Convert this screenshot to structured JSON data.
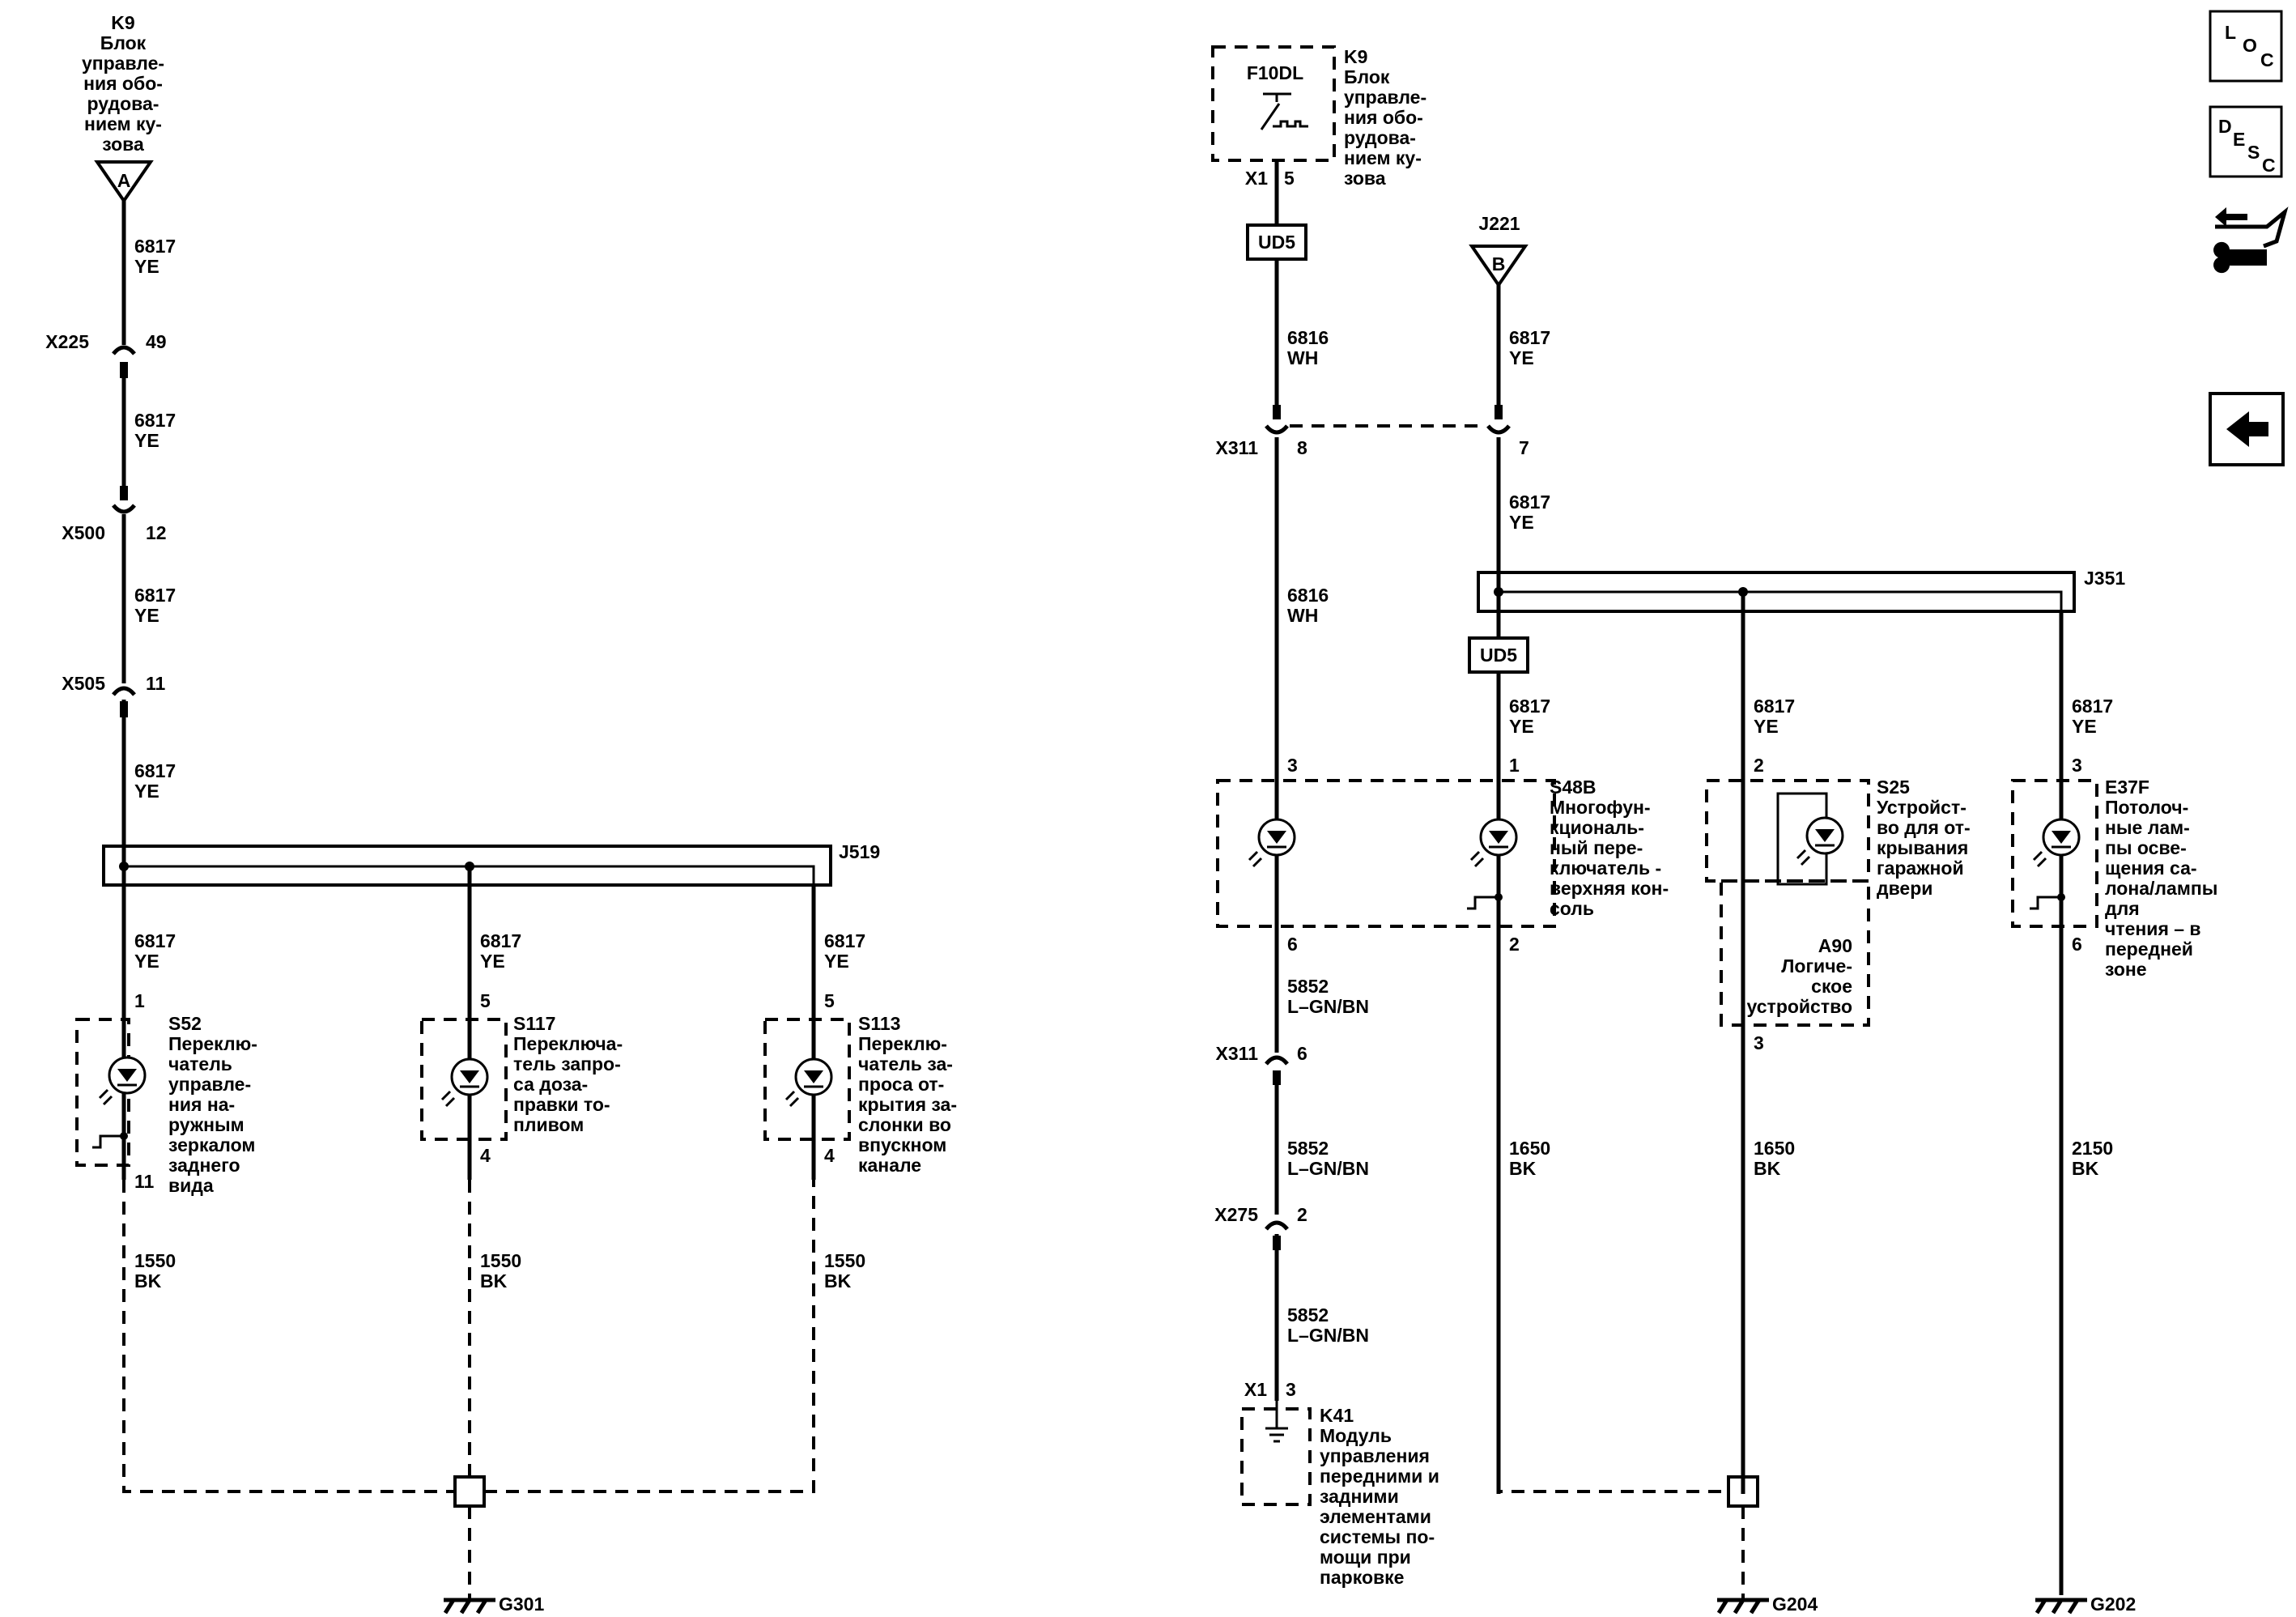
{
  "left": {
    "k9_title": [
      "K9",
      "Блок",
      "управле-",
      "ния обо-",
      "рудова-",
      "нием ку-",
      "зова"
    ],
    "pin_a": "A",
    "wires": {
      "w1": [
        "6817",
        "YE"
      ],
      "w2": [
        "6817",
        "YE"
      ],
      "w3": [
        "6817",
        "YE"
      ],
      "w4": [
        "6817",
        "YE"
      ],
      "s52_wire": [
        "6817",
        "YE"
      ],
      "s117_wire": [
        "6817",
        "YE"
      ],
      "s113_wire": [
        "6817",
        "YE"
      ],
      "s52_gnd": [
        "1550",
        "BK"
      ],
      "s117_gnd": [
        "1550",
        "BK"
      ],
      "s113_gnd": [
        "1550",
        "BK"
      ]
    },
    "connectors": [
      {
        "name": "X225",
        "pin": "49"
      },
      {
        "name": "X500",
        "pin": "12"
      },
      {
        "name": "X505",
        "pin": "11"
      }
    ],
    "splice": "J519",
    "s52": {
      "pin_top": "1",
      "pin_bot": "11",
      "label": [
        "S52",
        "Переклю-",
        "чатель",
        "управле-",
        "ния на-",
        "ружным",
        "зеркалом",
        "заднего",
        "вида"
      ]
    },
    "s117": {
      "pin_top": "5",
      "pin_bot": "4",
      "label": [
        "S117",
        "Переключа-",
        "тель запро-",
        "са доза-",
        "правки то-",
        "пливом"
      ]
    },
    "s113": {
      "pin_top": "5",
      "pin_bot": "4",
      "label": [
        "S113",
        "Переклю-",
        "чатель за-",
        "проса от-",
        "крытия за-",
        "слонки во",
        "впускном",
        "канале"
      ]
    },
    "ground": "G301"
  },
  "right": {
    "k9_title": [
      "K9",
      "Блок",
      "управле-",
      "ния обо-",
      "рудова-",
      "нием ку-",
      "зова"
    ],
    "f10dl": "F10DL",
    "k9_conn": {
      "name": "X1",
      "pin": "5"
    },
    "ud5_a": "UD5",
    "ud5_b": "UD5",
    "j221": "J221",
    "pin_b": "B",
    "wires": {
      "wh1": [
        "6816",
        "WH"
      ],
      "ye1": [
        "6817",
        "YE"
      ],
      "wh2": [
        "6816",
        "WH"
      ],
      "ye2": [
        "6817",
        "YE"
      ],
      "ye3": [
        "6817",
        "YE"
      ],
      "ye4": [
        "6817",
        "YE"
      ],
      "ye5": [
        "6817",
        "YE"
      ],
      "lg1": [
        "5852",
        "L–GN/BN"
      ],
      "lg2": [
        "5852",
        "L–GN/BN"
      ],
      "lg3": [
        "5852",
        "L–GN/BN"
      ],
      "bk1": [
        "1650",
        "BK"
      ],
      "bk2": [
        "1650",
        "BK"
      ],
      "bk3": [
        "2150",
        "BK"
      ]
    },
    "x311_top": {
      "name": "X311",
      "pin_a": "8",
      "pin_b": "7"
    },
    "x311_mid": {
      "name": "X311",
      "pin": "6"
    },
    "x275": {
      "name": "X275",
      "pin": "2"
    },
    "k41_conn": {
      "name": "X1",
      "pin": "3"
    },
    "splice": "J351",
    "s48b": {
      "pin_a": "3",
      "pin_b": "1",
      "pin_c": "6",
      "pin_d": "2",
      "label": [
        "S48B",
        "Многофун-",
        "кциональ-",
        "ный пере-",
        "ключатель -",
        "верхняя кон-",
        "соль"
      ]
    },
    "s25": {
      "pin_top": "2",
      "pin_bot": "3",
      "label": [
        "S25",
        "Устройст-",
        "во для от-",
        "крывания",
        "гаражной",
        "двери"
      ]
    },
    "a90": {
      "label": [
        "A90",
        "Логиче-",
        "ское",
        "устройство"
      ]
    },
    "e37f": {
      "pin_top": "3",
      "pin_bot": "6",
      "label": [
        "E37F",
        "Потолоч-",
        "ные лам-",
        "пы осве-",
        "щения са-",
        "лона/лампы",
        "для",
        "чтения – в",
        "передней",
        "зоне"
      ]
    },
    "k41": {
      "label": [
        "K41",
        "Модуль",
        "управления",
        "передними и",
        "задними",
        "элементами",
        "системы по-",
        "мощи при",
        "парковке"
      ]
    },
    "ground_a": "G204",
    "ground_b": "G202"
  },
  "nav": {
    "loc": {
      "l": "L",
      "o": "O",
      "c": "C"
    },
    "desc": {
      "d": "D",
      "e": "E",
      "s": "S",
      "c": "C"
    }
  }
}
